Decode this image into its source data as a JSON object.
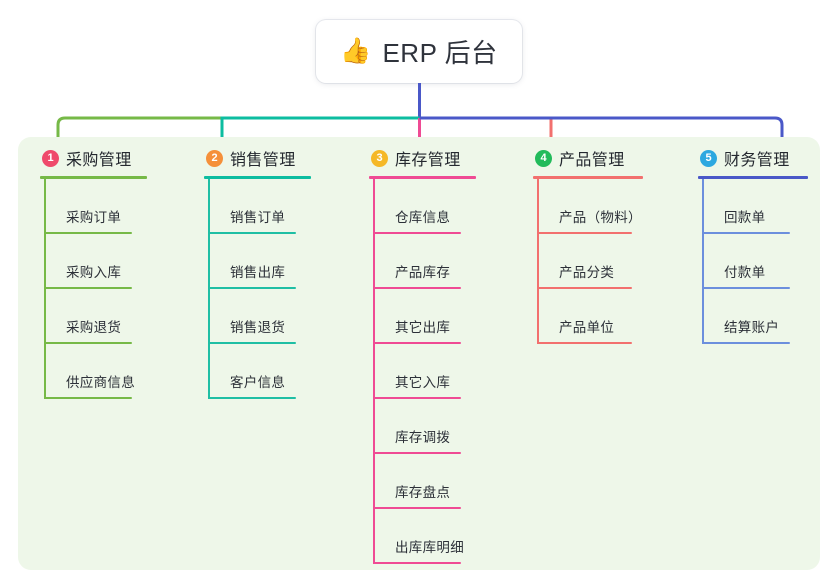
{
  "diagram": {
    "title": "ERP 后台",
    "root": {
      "icon": "thumbs-up-icon",
      "icon_glyph": "👍",
      "label": "ERP 后台"
    },
    "panel_color": "#eef7e9",
    "root_connector_color": "#4a58c8",
    "branches": [
      {
        "number": "1",
        "label": "采购管理",
        "badge_color": "#ef4a6b",
        "line_color": "#76b947",
        "bus_color": "#76b947",
        "items": [
          "采购订单",
          "采购入库",
          "采购退货",
          "供应商信息"
        ]
      },
      {
        "number": "2",
        "label": "销售管理",
        "badge_color": "#f5903a",
        "line_color": "#1fbfa4",
        "bus_color": "#0dbda0",
        "items": [
          "销售订单",
          "销售出库",
          "销售退货",
          "客户信息"
        ]
      },
      {
        "number": "3",
        "label": "库存管理",
        "badge_color": "#f5b827",
        "line_color": "#ef4b94",
        "bus_color": "#ef4b94",
        "items": [
          "仓库信息",
          "产品库存",
          "其它出库",
          "其它入库",
          "库存调拨",
          "库存盘点",
          "出库库明细"
        ]
      },
      {
        "number": "4",
        "label": "产品管理",
        "badge_color": "#22bb5b",
        "line_color": "#f2706e",
        "bus_color": "#f2706e",
        "items": [
          "产品（物料）",
          "产品分类",
          "产品单位"
        ]
      },
      {
        "number": "5",
        "label": "财务管理",
        "badge_color": "#2ca8e0",
        "line_color": "#6c8fdd",
        "bus_color": "#4a58c8",
        "items": [
          "回款单",
          "付款单",
          "结算账户"
        ]
      }
    ]
  }
}
